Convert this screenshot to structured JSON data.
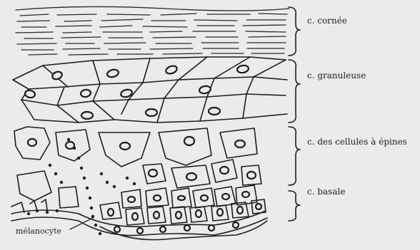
{
  "labels": {
    "cornee": "c. cornée",
    "granuleuse": "c. granuleuse",
    "epineuse": "c. des cellules à épines",
    "basale": "c. basale",
    "melanocyte": "mélanocyte"
  }
}
